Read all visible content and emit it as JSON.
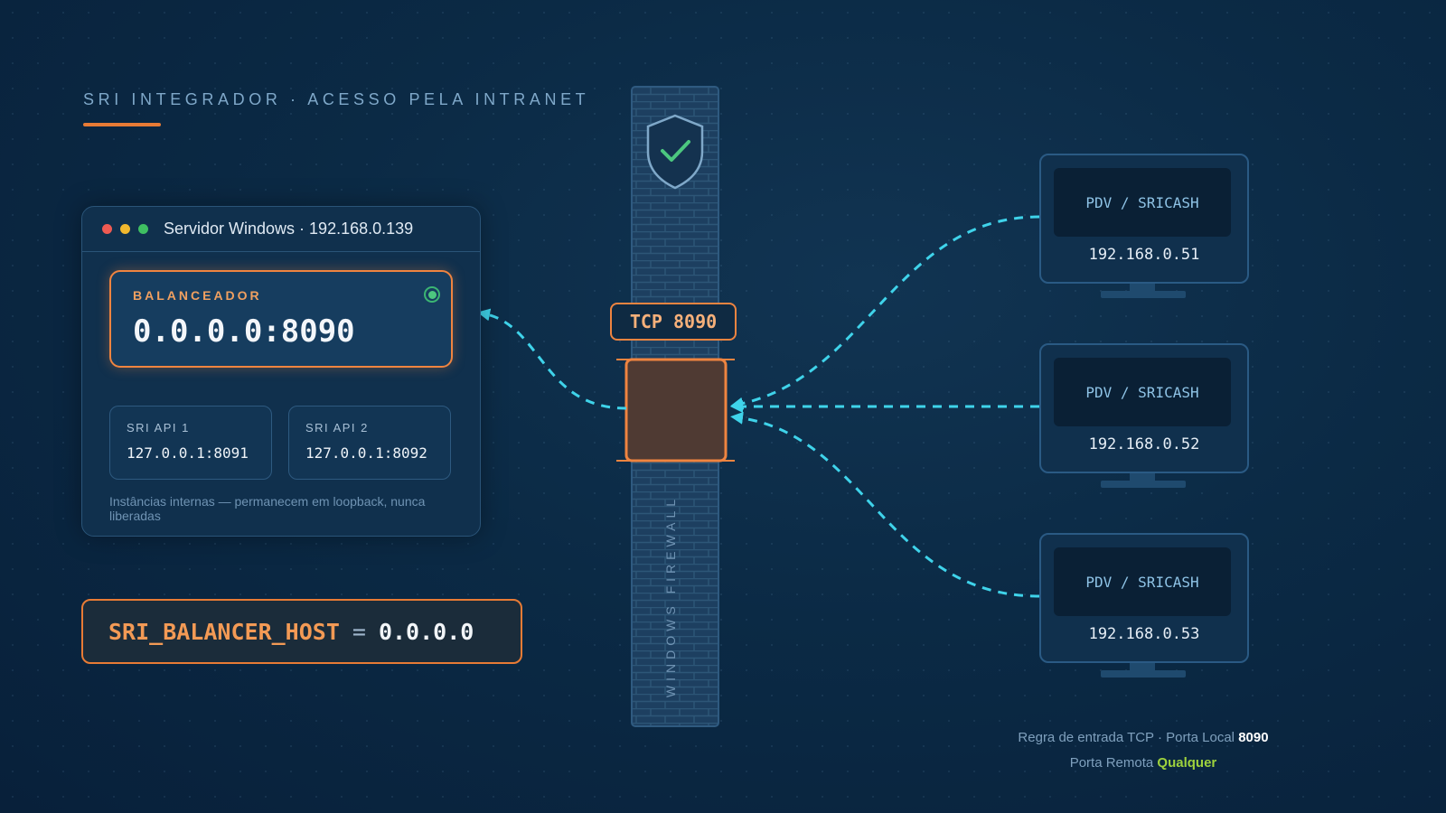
{
  "title": "SRI INTEGRADOR · ACESSO PELA INTRANET",
  "server": {
    "window_title": "Servidor Windows · 192.168.0.139",
    "balancer": {
      "label": "BALANCEADOR",
      "address": "0.0.0.0:8090",
      "status": "online"
    },
    "apis": [
      {
        "label": "SRI API 1",
        "address": "127.0.0.1:8091"
      },
      {
        "label": "SRI API 2",
        "address": "127.0.0.1:8092"
      }
    ],
    "note": "Instâncias internas — permanecem em loopback, nunca liberadas"
  },
  "env": {
    "key": "SRI_BALANCER_HOST",
    "operator": "=",
    "value": "0.0.0.0"
  },
  "firewall": {
    "label": "WINDOWS FIREWALL",
    "port": "TCP 8090",
    "icon": "shield-check-icon"
  },
  "clients": [
    {
      "name": "PDV / SRICASH",
      "ip": "192.168.0.51"
    },
    {
      "name": "PDV / SRICASH",
      "ip": "192.168.0.52"
    },
    {
      "name": "PDV / SRICASH",
      "ip": "192.168.0.53"
    }
  ],
  "rule": {
    "line1_prefix": "Regra de entrada TCP · Porta Local",
    "local_port": "8090",
    "line2_prefix": "Porta Remota",
    "remote_port": "Qualquer"
  },
  "colors": {
    "accent_orange": "#ef8440",
    "flow_cyan": "#3fd3ea",
    "status_green": "#4cc77f",
    "remote_green": "#9ed23d",
    "window_dots": [
      "#ef5a52",
      "#f1b82e",
      "#3fbf62"
    ]
  }
}
